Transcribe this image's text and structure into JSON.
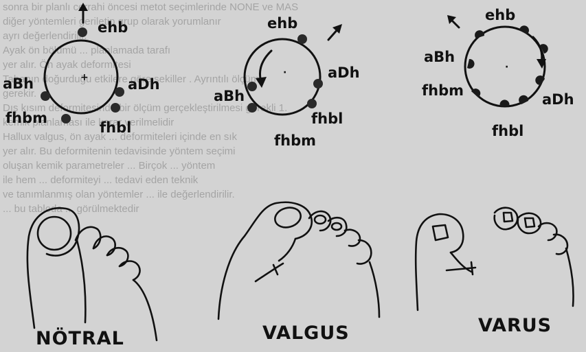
{
  "background_text": [
    "sonra bir planlı cerrahi öncesi metot seçimlerinde NONE ve MAS",
    "diğer yöntemleri geriletip grup olarak yorumlanır",
    "ayrı değerlendirilir.",
    "Ayak ön bölümü ... planlamada tarafı",
    "yer alır. Ön ayak deformitesi",
    "Tabanın doğurduğu etkilere göre şekiller . Ayrıntılı ölçüm",
    "gerekir.",
    "Dış kısım deformitesinde bir ölçüm gerçekleştirilmesi gerekli 1.",
    "kemik planlaması ile karar verilmelidir",
    "Hallux valgus, ön ayak ... deformiteleri içinde en sık",
    "yer alır. Bu deformitenin tedavisinde yöntem seçimi",
    "oluşan kemik parametreler ... Birçok ... yöntem",
    "ile hem ... deformiteyi ... tedavi eden teknik",
    "ve tanımlanmış olan yöntemler ... ile değerlendirilir.",
    "... bu tabloda ... görülmektedir"
  ],
  "muscle_labels": {
    "ehb": "ehb",
    "abh": "aBh",
    "adh": "aDh",
    "fhbm": "fhbm",
    "fhbl": "fhbl"
  },
  "captions": {
    "neutral": "NÖTRAL",
    "valgus": "VALGUS",
    "varus": "VARUS"
  }
}
